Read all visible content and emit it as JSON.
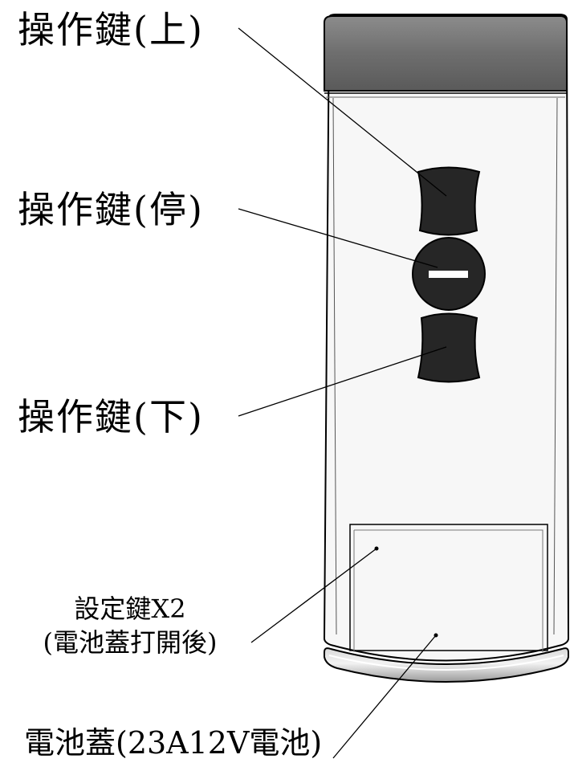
{
  "labels": {
    "up_key": "操作鍵(上)",
    "stop_key": "操作鍵(停)",
    "down_key": "操作鍵(下)",
    "settings_key_line1": "設定鍵X2",
    "settings_key_line2": "(電池蓋打開後)",
    "battery_cover": "電池蓋(23A12V電池)"
  },
  "colors": {
    "outline": "#000000",
    "body_fill": "#f7f7f7",
    "top_cap": "#7a7a7a",
    "button_fill": "#262626",
    "stop_bar": "#ffffff"
  }
}
